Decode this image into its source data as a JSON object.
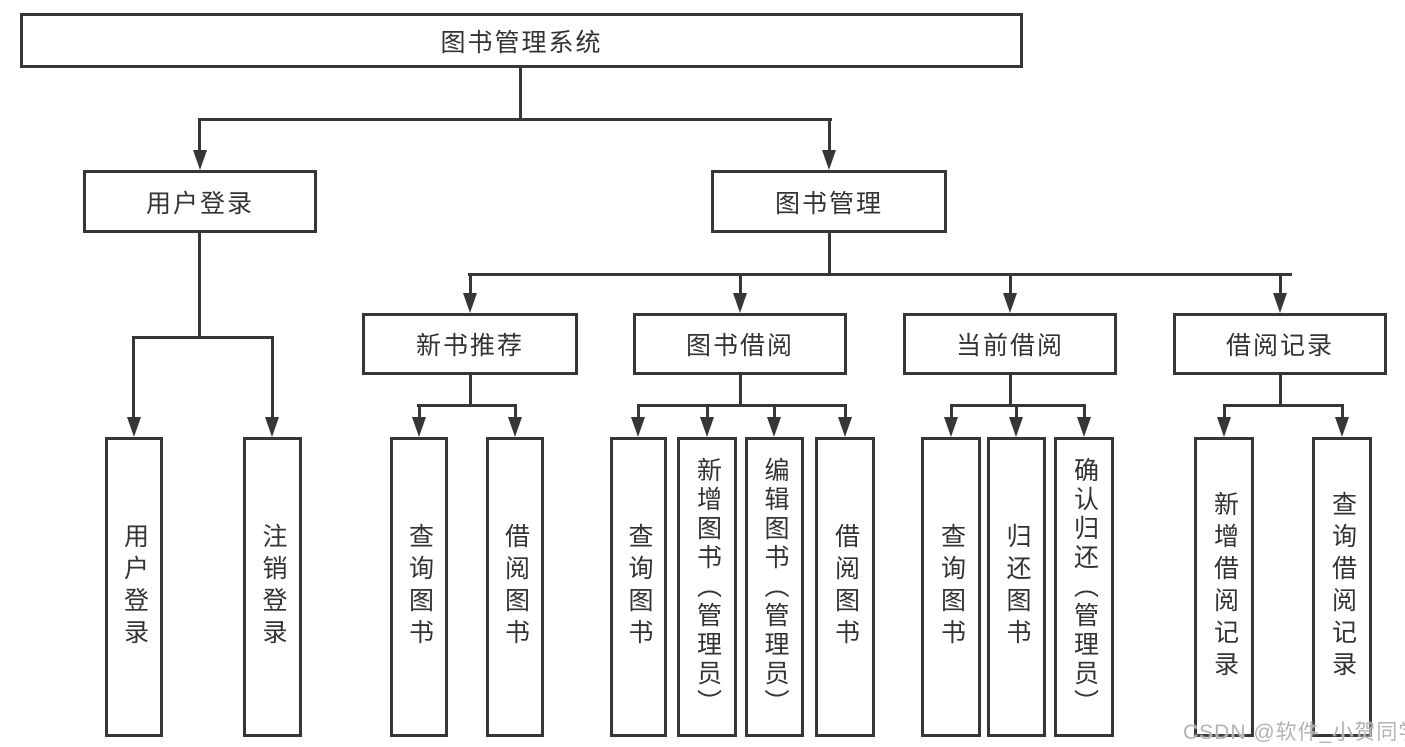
{
  "watermark": "CSDN @软件_小贺同学",
  "colors": {
    "line": "#363636",
    "text": "#333333",
    "watermark": "#b3b3b3",
    "background": "#ffffff"
  },
  "nodes": {
    "root": "图书管理系统",
    "user_login": "用户登录",
    "book_mgmt": "图书管理",
    "login_children": [
      "用户登录",
      "注销登录"
    ],
    "sections": [
      {
        "label": "新书推荐",
        "children": [
          "查询图书",
          "借阅图书"
        ]
      },
      {
        "label": "图书借阅",
        "children": [
          "查询图书",
          "新增图书（管理员）",
          "编辑图书（管理员）",
          "借阅图书"
        ]
      },
      {
        "label": "当前借阅",
        "children": [
          "查询图书",
          "归还图书",
          "确认归还（管理员）"
        ]
      },
      {
        "label": "借阅记录",
        "children": [
          "新增借阅记录",
          "查询借阅记录"
        ]
      }
    ]
  }
}
